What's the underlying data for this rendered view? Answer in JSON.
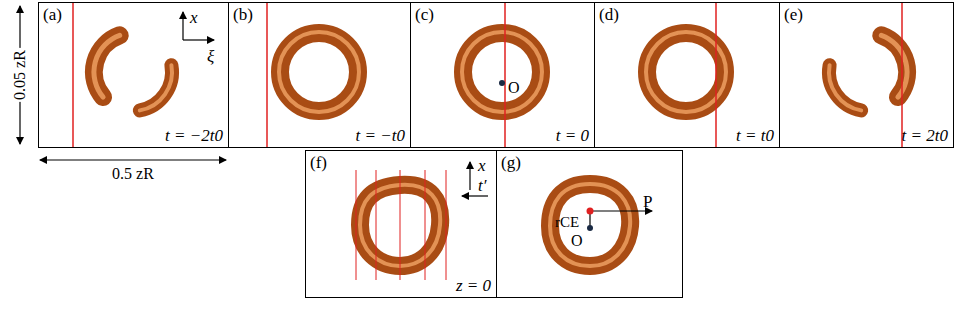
{
  "diagram": {
    "nodes": [
      {
        "text": [
          "(a)",
          "x",
          "ξ",
          "t = −2t0"
        ]
      },
      {
        "text": [
          "(b)",
          "t = −t0"
        ]
      },
      {
        "text": [
          "(c)",
          "O",
          "t = 0"
        ]
      },
      {
        "text": [
          "(d)",
          "t = t0"
        ]
      },
      {
        "text": [
          "(e)",
          "t = 2t0"
        ]
      },
      {
        "text": [
          "(f)",
          "x",
          "t′",
          "z = 0"
        ]
      },
      {
        "text": [
          "(g)",
          "rCE",
          "P",
          "O"
        ]
      }
    ],
    "labels": [
      "0.05 zR",
      "0.5 zR"
    ]
  }
}
